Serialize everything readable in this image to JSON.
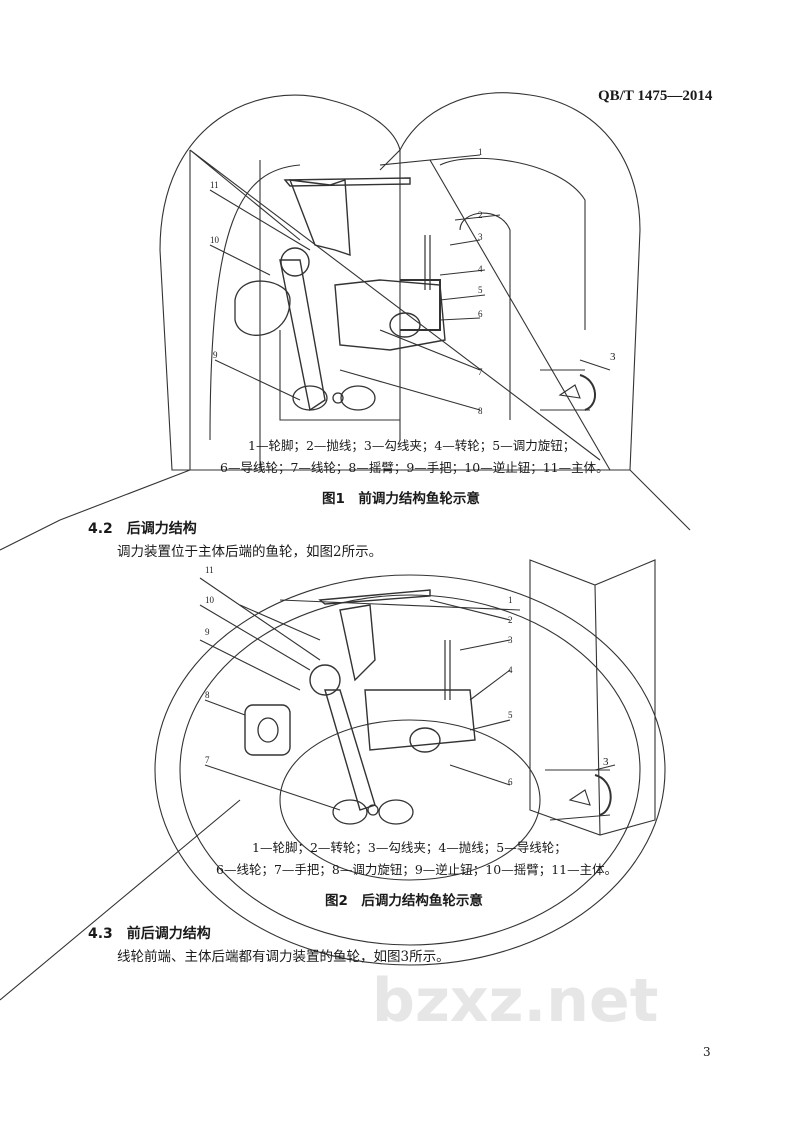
{
  "header": {
    "standard_no": "QB/T 1475—2014"
  },
  "figure1": {
    "callouts": [
      "1",
      "2",
      "3",
      "4",
      "5",
      "6",
      "7",
      "8",
      "9",
      "10",
      "11",
      "3"
    ],
    "legend_line1": "1—轮脚；2—抛线；3—勾线夹；4—转轮；5—调力旋钮；",
    "legend_line2": "6—导线轮；7—线轮；8—摇臂；9—手把；10—逆止钮；11—主体。",
    "caption": "图1　前调力结构鱼轮示意"
  },
  "section_4_2": {
    "heading": "4.2　后调力结构",
    "text": "调力装置位于主体后端的鱼轮，如图2所示。"
  },
  "figure2": {
    "callouts": [
      "11",
      "1",
      "10",
      "2",
      "9",
      "3",
      "4",
      "8",
      "5",
      "7",
      "6",
      "3"
    ],
    "legend_line1": "1—轮脚；2—转轮；3—勾线夹；4—抛线；5—导线轮；",
    "legend_line2": "6—线轮；7—手把；8—调力旋钮；9—逆止钮；10—摇臂；11—主体。",
    "caption": "图2　后调力结构鱼轮示意"
  },
  "section_4_3": {
    "heading": "4.3　前后调力结构",
    "text": "线轮前端、主体后端都有调力装置的鱼轮，如图3所示。"
  },
  "page_number": "3",
  "watermark": "bzxz.net"
}
